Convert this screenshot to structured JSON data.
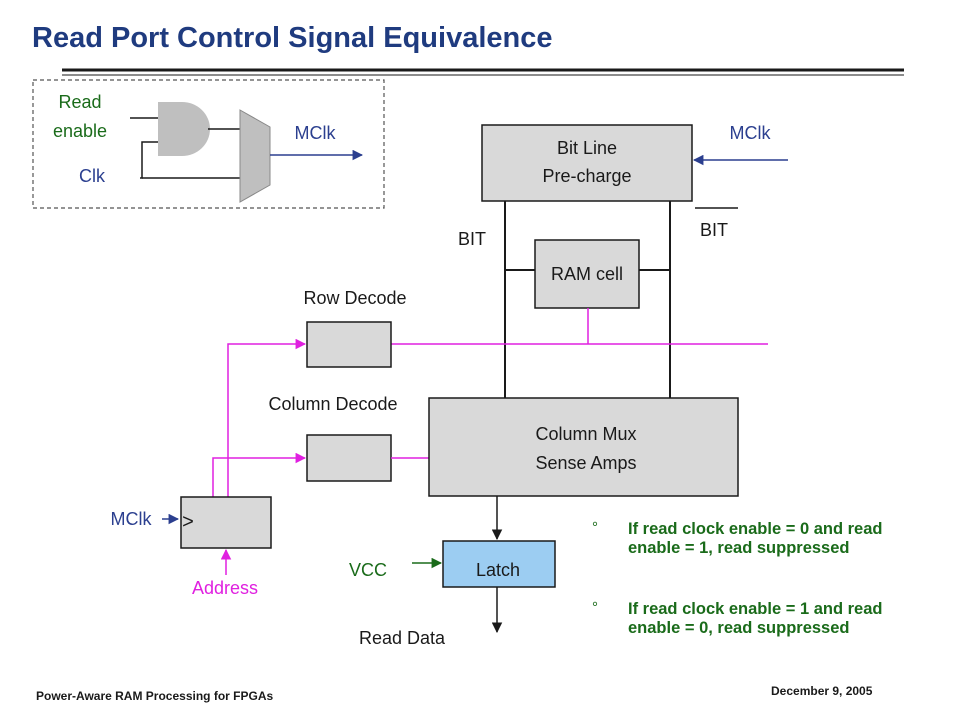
{
  "slide": {
    "title": "Read Port Control Signal Equivalence",
    "footer_left": "Power-Aware  RAM  Processing  for  FPGAs",
    "footer_right": "December  9, 2005"
  },
  "inset": {
    "read_label": "Read",
    "enable_label": "enable",
    "clk_label": "Clk",
    "mclk_label": "MClk"
  },
  "diagram": {
    "mclk_top_label": "MClk",
    "precharge_line1": "Bit Line",
    "precharge_line2": "Pre-charge",
    "bit_left_label": "BIT",
    "bit_right_label": "BIT",
    "ram_cell_label": "RAM cell",
    "row_decode_label": "Row Decode",
    "column_decode_label": "Column Decode",
    "column_mux_line1": "Column Mux",
    "column_mux_line2": "Sense Amps",
    "mclk_register_label": "MClk",
    "register_clock_symbol": ">",
    "address_label": "Address",
    "vcc_label": "VCC",
    "latch_label": "Latch",
    "read_data_label": "Read Data"
  },
  "bullets": [
    {
      "mark": "°",
      "text": "If read clock enable = 0 and read enable = 1, read suppressed"
    },
    {
      "mark": "°",
      "text": "If read clock enable = 1 and read enable = 0, read suppressed"
    }
  ],
  "colors": {
    "title": "#1f3b7f",
    "signal_blue": "#2b3f8f",
    "address_magenta": "#e020e0",
    "logic_green": "#1a6b1a",
    "box_fill": "#d9d9d9",
    "gate_fill": "#bfbfbf",
    "latch_fill": "#9ccdf2"
  }
}
